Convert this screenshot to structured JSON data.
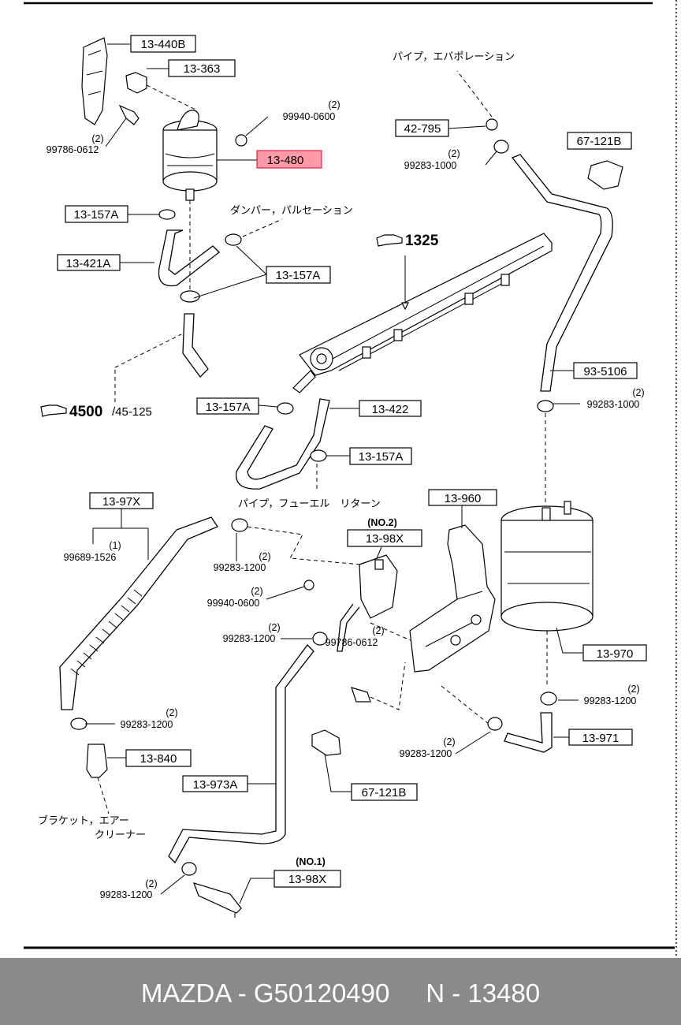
{
  "labels": {
    "l13440b": "13-440B",
    "l13363": "13-363",
    "l99940a_q": "(2)",
    "l99940a": "99940-0600",
    "l99786a_q": "(2)",
    "l99786a": "99786-0612",
    "l13480": "13-480",
    "l13157a_1": "13-157A",
    "l13421a": "13-421A",
    "l13157a_2": "13-157A",
    "l4500": "4500",
    "l4500_sub": "/45-125",
    "l42795": "42-795",
    "l99283_1000a_q": "(2)",
    "l99283_1000a": "99283-1000",
    "l67121b_1": "67-121B",
    "l1325": "1325",
    "l935106": "93-5106",
    "l99283_1000b_q": "(2)",
    "l99283_1000b": "99283-1000",
    "l13157a_3": "13-157A",
    "l13422": "13-422",
    "l13157a_4": "13-157A",
    "l1397x": "13-97X",
    "l99689_q": "(1)",
    "l99689": "99689-1526",
    "l99283_1200a_q": "(2)",
    "l99283_1200a": "99283-1200",
    "lno2": "(NO.2)",
    "l1398x_1": "13-98X",
    "l99940b_q": "(2)",
    "l99940b": "99940-0600",
    "l99283_1200b_q": "(2)",
    "l99283_1200b": "99283-1200",
    "l99786b_q": "(2)",
    "l99786b": "99786-0612",
    "l13960": "13-960",
    "l13970": "13-970",
    "l99283_1200c_q": "(2)",
    "l99283_1200c": "99283-1200",
    "l13971": "13-971",
    "l99283_1200d_q": "(2)",
    "l99283_1200d": "99283-1200",
    "l99283_1200e_q": "(2)",
    "l99283_1200e": "99283-1200",
    "l13840": "13-840",
    "l13973a": "13-973A",
    "l67121b_2": "67-121B",
    "lno1": "(NO.1)",
    "l1398x_2": "13-98X",
    "l99283_1200f_q": "(2)",
    "l99283_1200f": "99283-1200"
  },
  "japanese": {
    "pipe_evap": "パイプ，エバポレーション",
    "damper": "ダンパー，パルセーション",
    "pipe_return": "パイプ，フューエル　リターン",
    "bracket_1": "ブラケット，エアー",
    "bracket_2": "クリーナー"
  },
  "highlight": {
    "part": "13-480",
    "color": "#ff9aa8"
  },
  "footer": {
    "text": "MAZDA - G50120490     N - 13480"
  }
}
